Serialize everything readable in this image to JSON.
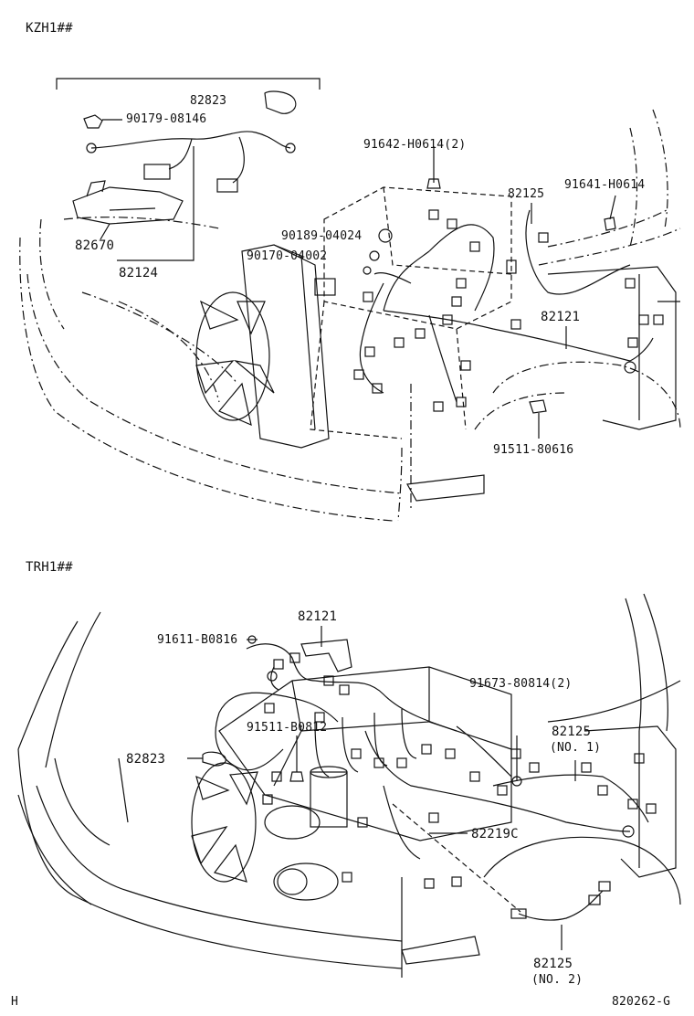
{
  "sections": [
    {
      "model": "KZH1##",
      "parts": [
        {
          "number": "82823"
        },
        {
          "number": "90179-08146"
        },
        {
          "number": "91642-H0614",
          "qty": "(2)"
        },
        {
          "number": "82125"
        },
        {
          "number": "91641-H0614"
        },
        {
          "number": "90189-04024"
        },
        {
          "number": "90170-04002"
        },
        {
          "number": "82670"
        },
        {
          "number": "82124"
        },
        {
          "number": "82121"
        },
        {
          "number": "91511-80616"
        }
      ]
    },
    {
      "model": "TRH1##",
      "parts": [
        {
          "number": "82121"
        },
        {
          "number": "91611-B0816"
        },
        {
          "number": "91673-80814",
          "qty": "(2)"
        },
        {
          "number": "91511-B0812"
        },
        {
          "number": "82125",
          "note": "(NO. 1)"
        },
        {
          "number": "82823"
        },
        {
          "number": "82219C"
        },
        {
          "number": "82125",
          "note": "(NO. 2)"
        }
      ]
    }
  ],
  "footer": {
    "left_mark": "H",
    "diagram_code": "820262-G"
  }
}
